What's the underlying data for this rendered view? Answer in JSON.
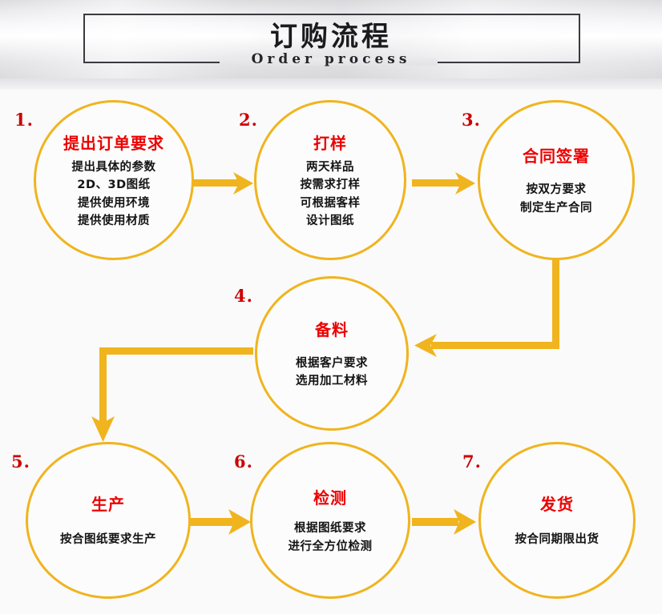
{
  "header": {
    "title_cn": "订购流程",
    "title_en": "Order process"
  },
  "colors": {
    "accent_yellow": "#f0b41e",
    "title_red": "#ec0000",
    "number_red": "#cc0000",
    "body_black": "#141414",
    "frame_border": "#3a3a40"
  },
  "steps": [
    {
      "number": "1.",
      "title": "提出订单要求",
      "lines": [
        "提出具体的参数",
        "2D、3D图纸",
        "提供使用环境",
        "提供使用材质"
      ]
    },
    {
      "number": "2.",
      "title": "打样",
      "lines": [
        "两天样品",
        "按需求打样",
        "可根据客样",
        "设计图纸"
      ]
    },
    {
      "number": "3.",
      "title": "合同签署",
      "lines": [
        "按双方要求",
        "制定生产合同"
      ]
    },
    {
      "number": "4.",
      "title": "备料",
      "lines": [
        "根据客户要求",
        "选用加工材料"
      ]
    },
    {
      "number": "5.",
      "title": "生产",
      "lines": [
        "按合图纸要求生产"
      ]
    },
    {
      "number": "6.",
      "title": "检测",
      "lines": [
        "根据图纸要求",
        "进行全方位检测"
      ]
    },
    {
      "number": "7.",
      "title": "发货",
      "lines": [
        "按合同期限出货"
      ]
    }
  ],
  "connectors": [
    {
      "name": "arrow-1-to-2",
      "direction": "right"
    },
    {
      "name": "arrow-2-to-3",
      "direction": "right"
    },
    {
      "name": "arrow-3-to-4",
      "direction": "down-then-left"
    },
    {
      "name": "arrow-4-to-5",
      "direction": "left-then-down"
    },
    {
      "name": "arrow-5-to-6",
      "direction": "right"
    },
    {
      "name": "arrow-6-to-7",
      "direction": "right"
    }
  ]
}
